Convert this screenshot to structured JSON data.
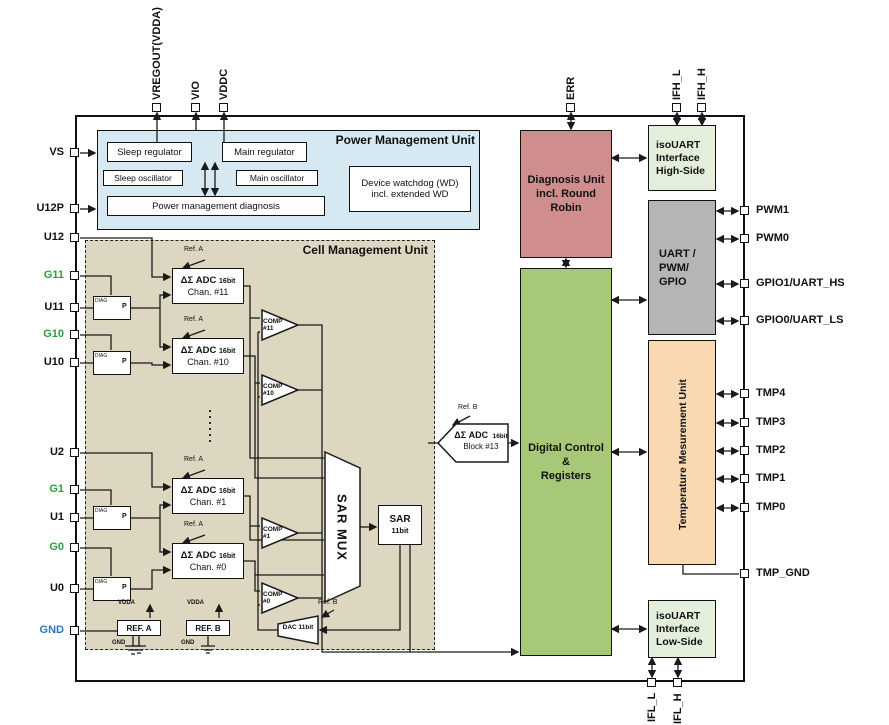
{
  "pins": {
    "top": [
      "VREGOUT(VDDA)",
      "VIO",
      "VDDC",
      "ERR",
      "IFH_L",
      "IFH_H"
    ],
    "left": [
      "VS",
      "U12P",
      "U12",
      "G11",
      "U11",
      "G10",
      "U10",
      "U2",
      "G1",
      "U1",
      "G0",
      "U0",
      "GND"
    ],
    "right": [
      "PWM1",
      "PWM0",
      "GPIO1/UART_HS",
      "GPIO0/UART_LS",
      "TMP4",
      "TMP3",
      "TMP2",
      "TMP1",
      "TMP0",
      "TMP_GND"
    ],
    "bottom": [
      "IFL_L",
      "IFL_H"
    ]
  },
  "pmu": {
    "title": "Power Management Unit",
    "sleep_regulator": "Sleep regulator",
    "main_regulator": "Main regulator",
    "sleep_oscillator": "Sleep oscillator",
    "main_oscillator": "Main oscillator",
    "pm_diagnosis": "Power management diagnosis",
    "watchdog_l1": "Device watchdog (WD)",
    "watchdog_l2": "incl. extended WD"
  },
  "cmu": {
    "title": "Cell Management Unit",
    "adc_name": "ΔΣ ADC",
    "adc_bits": "16bit",
    "channels": [
      "Chan. #11",
      "Chan. #10",
      "Chan. #1",
      "Chan. #0"
    ],
    "comps": [
      {
        "l1": "COMP",
        "l2": "#11"
      },
      {
        "l1": "COMP",
        "l2": "#10"
      },
      {
        "l1": "COMP",
        "l2": "#1"
      },
      {
        "l1": "COMP",
        "l2": "#0"
      }
    ],
    "sar_mux": "SAR MUX",
    "sar_l1": "SAR",
    "sar_l2": "11bit",
    "dac": "DAC 11bit",
    "ref_a_box": "REF. A",
    "ref_b_box": "REF. B",
    "ref_a_label": "Ref. A",
    "ref_b_label": "Ref. B",
    "diag": "DIAG",
    "p": "P",
    "vdda": "VDDA",
    "gnd": "GND"
  },
  "adc13": {
    "name": "ΔΣ ADC",
    "bits": "16bit",
    "block": "Block #13",
    "ref": "Ref. B"
  },
  "blocks": {
    "diagnosis_l1": "Diagnosis Unit",
    "diagnosis_l2": "incl. Round Robin",
    "digital_l1": "Digital Control",
    "digital_l2": "&",
    "digital_l3": "Registers",
    "isouart_hs_l1": "isoUART",
    "isouart_hs_l2": "Interface",
    "isouart_hs_l3": "High-Side",
    "uart_l1": "UART /",
    "uart_l2": "PWM/",
    "uart_l3": "GPIO",
    "temperature": "Temperature Mesurement Unit",
    "isouart_ls_l1": "isoUART",
    "isouart_ls_l2": "Interface",
    "isouart_ls_l3": "Low-Side"
  },
  "colors": {
    "pmu": "#d6e9f3",
    "cmu": "#ddd6c0",
    "diagnosis": "#cf8d8d",
    "digital": "#a7c877",
    "isouart": "#e4efdb",
    "uart": "#b5b5b5",
    "temperature": "#f9d8b2",
    "pin_green": "#2f9e41",
    "pin_blue": "#2878b5",
    "wire": "#1a1a1a"
  }
}
